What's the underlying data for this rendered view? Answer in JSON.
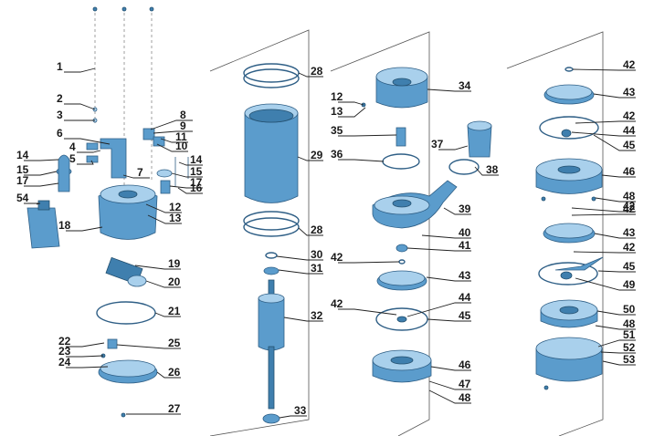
{
  "callouts": [
    "1",
    "2",
    "3",
    "4",
    "5",
    "6",
    "7",
    "8",
    "9",
    "10",
    "11",
    "12",
    "12",
    "13",
    "13",
    "14",
    "14",
    "15",
    "15",
    "16",
    "17",
    "17",
    "18",
    "19",
    "20",
    "21",
    "22",
    "23",
    "24",
    "25",
    "26",
    "27",
    "28",
    "28",
    "29",
    "30",
    "31",
    "32",
    "33",
    "34",
    "35",
    "36",
    "37",
    "38",
    "39",
    "40",
    "41",
    "42",
    "42",
    "42",
    "42",
    "42",
    "42",
    "42",
    "43",
    "43",
    "43",
    "44",
    "44",
    "45",
    "45",
    "45",
    "46",
    "46",
    "47",
    "48",
    "48",
    "48",
    "49",
    "50",
    "51",
    "52",
    "53",
    "54"
  ],
  "colors": {
    "part": "#5b9ccc",
    "part_light": "#a9d0ec",
    "outline": "#2f5f86",
    "text": "#1a1a1a"
  }
}
